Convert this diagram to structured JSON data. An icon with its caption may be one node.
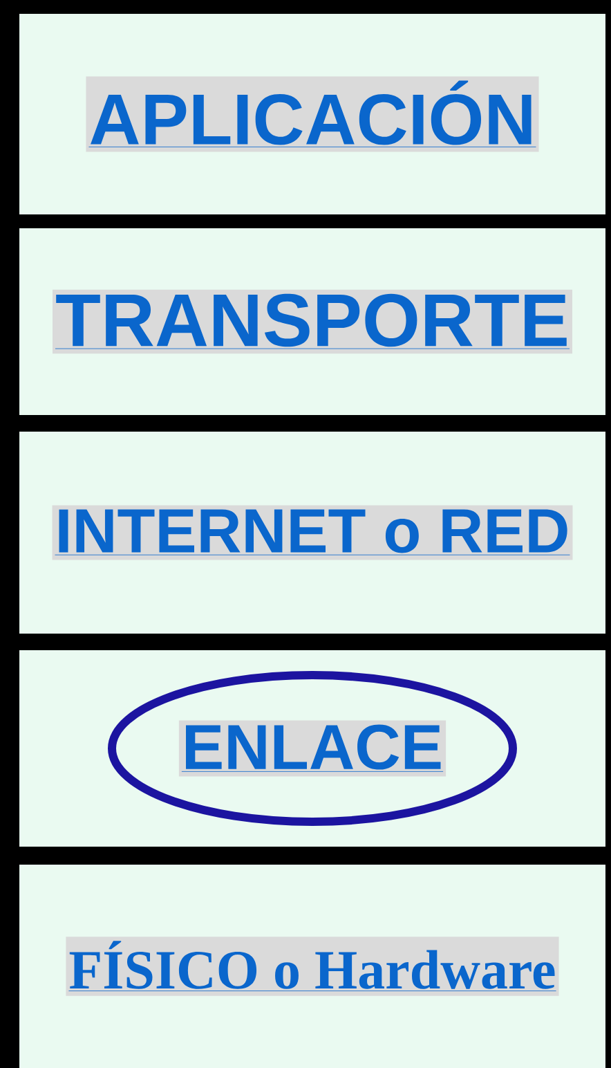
{
  "diagram": {
    "nodes": [
      {
        "text": [
          "APLICACIÓN"
        ]
      },
      {
        "text": [
          "TRANSPORTE"
        ]
      },
      {
        "text": [
          "INTERNET o RED"
        ]
      },
      {
        "text": [],
        "shape": "box"
      },
      {
        "text": [
          "ENLACE"
        ],
        "in": 3
      },
      {
        "text": [
          "FÍSICO o Hardware"
        ]
      }
    ]
  }
}
